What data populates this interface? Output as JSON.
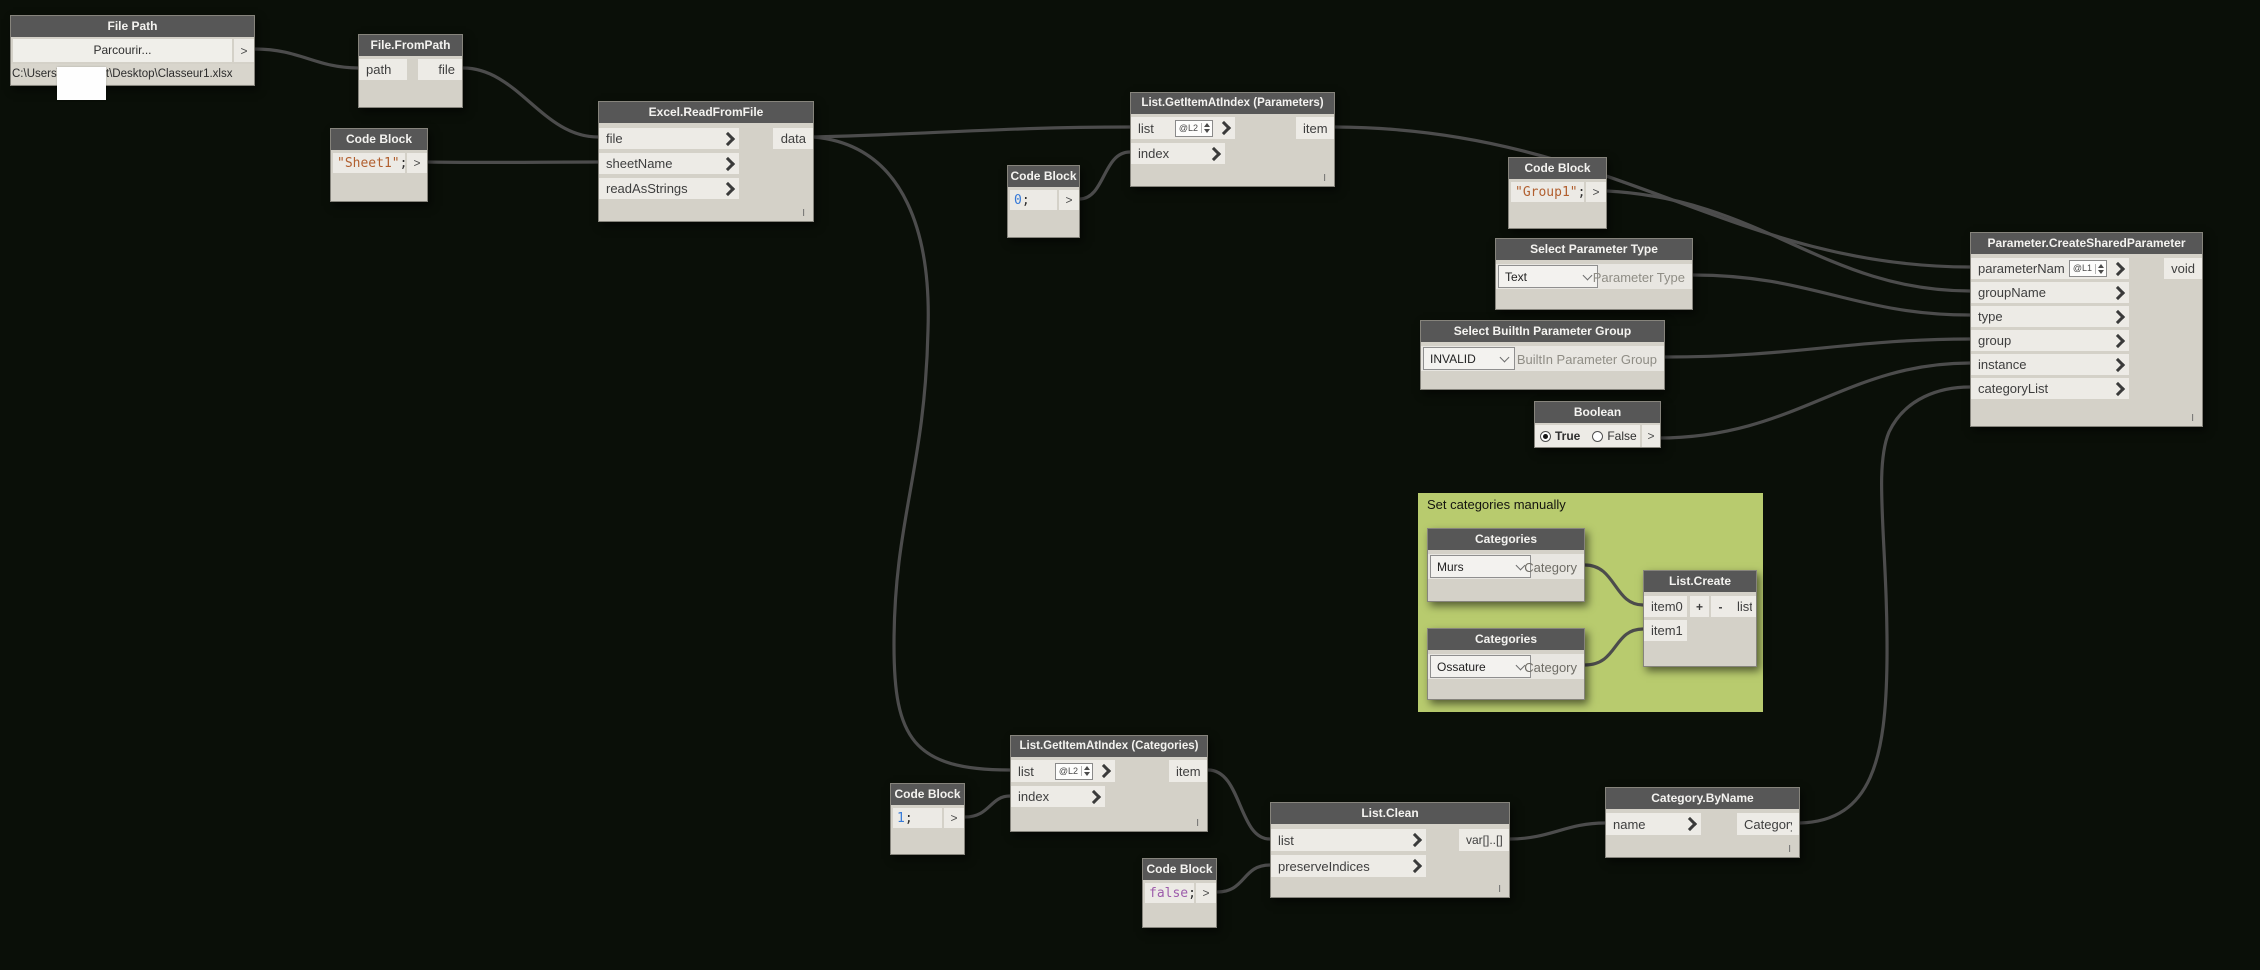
{
  "colors": {
    "background": "#0a0f08",
    "wire": "#4c4c4c",
    "node_body": "#d4d1c8",
    "node_header": "#575757",
    "port_box": "#edebe6",
    "group_fill": "#b8cb6e",
    "token_string": "#b15f2f",
    "token_number": "#3579d8",
    "token_keyword": "#9d5cab"
  },
  "glyphs": {
    "output": ">",
    "lacing": "I"
  },
  "group": {
    "title": "Set categories manually"
  },
  "nodes": {
    "file_path": {
      "title": "File Path",
      "browse": "Parcourir...",
      "path_prefix": "C:\\Users\\",
      "path_suffix": "t\\Desktop\\Classeur1.xlsx"
    },
    "file_from_path": {
      "title": "File.FromPath",
      "in_path": "path",
      "out_file": "file"
    },
    "cb_sheet": {
      "title": "Code Block",
      "value": "\"Sheet1\"",
      "semi": ";"
    },
    "excel": {
      "title": "Excel.ReadFromFile",
      "in_file": "file",
      "in_sheet": "sheetName",
      "in_read": "readAsStrings",
      "out_data": "data"
    },
    "get_params": {
      "title": "List.GetItemAtIndex (Parameters)",
      "in_list": "list",
      "level": "@L2",
      "in_index": "index",
      "out_item": "item"
    },
    "cb_zero": {
      "title": "Code Block",
      "value": "0",
      "semi": ";"
    },
    "cb_group1": {
      "title": "Code Block",
      "value": "\"Group1\"",
      "semi": ";"
    },
    "sel_param_type": {
      "title": "Select Parameter Type",
      "selected": "Text",
      "out_label": "Parameter Type"
    },
    "sel_builtin": {
      "title": "Select BuiltIn Parameter Group",
      "selected": "INVALID",
      "out_label": "BuiltIn Parameter Group"
    },
    "boolean": {
      "title": "Boolean",
      "option_true": "True",
      "option_false": "False",
      "selected": "True"
    },
    "param_create": {
      "title": "Parameter.CreateSharedParameter",
      "in_name": "parameterName",
      "level": "@L1",
      "in_group_name": "groupName",
      "in_type": "type",
      "in_group": "group",
      "in_instance": "instance",
      "in_category_list": "categoryList",
      "out_void": "void"
    },
    "cat_murs": {
      "title": "Categories",
      "selected": "Murs",
      "out_label": "Category"
    },
    "cat_ossature": {
      "title": "Categories",
      "selected": "Ossature",
      "out_label": "Category"
    },
    "list_create": {
      "title": "List.Create",
      "in_item0": "item0",
      "in_item1": "item1",
      "add": "+",
      "remove": "-",
      "out_list": "list"
    },
    "get_categories": {
      "title": "List.GetItemAtIndex (Categories)",
      "in_list": "list",
      "level": "@L2",
      "in_index": "index",
      "out_item": "item"
    },
    "cb_one": {
      "title": "Code Block",
      "value": "1",
      "semi": ";"
    },
    "list_clean": {
      "title": "List.Clean",
      "in_list": "list",
      "in_preserve": "preserveIndices",
      "out_var": "var[]..[]"
    },
    "cb_false": {
      "title": "Code Block",
      "value": "false",
      "semi": ";"
    },
    "cat_by_name": {
      "title": "Category.ByName",
      "in_name": "name",
      "out_category": "Category"
    }
  }
}
